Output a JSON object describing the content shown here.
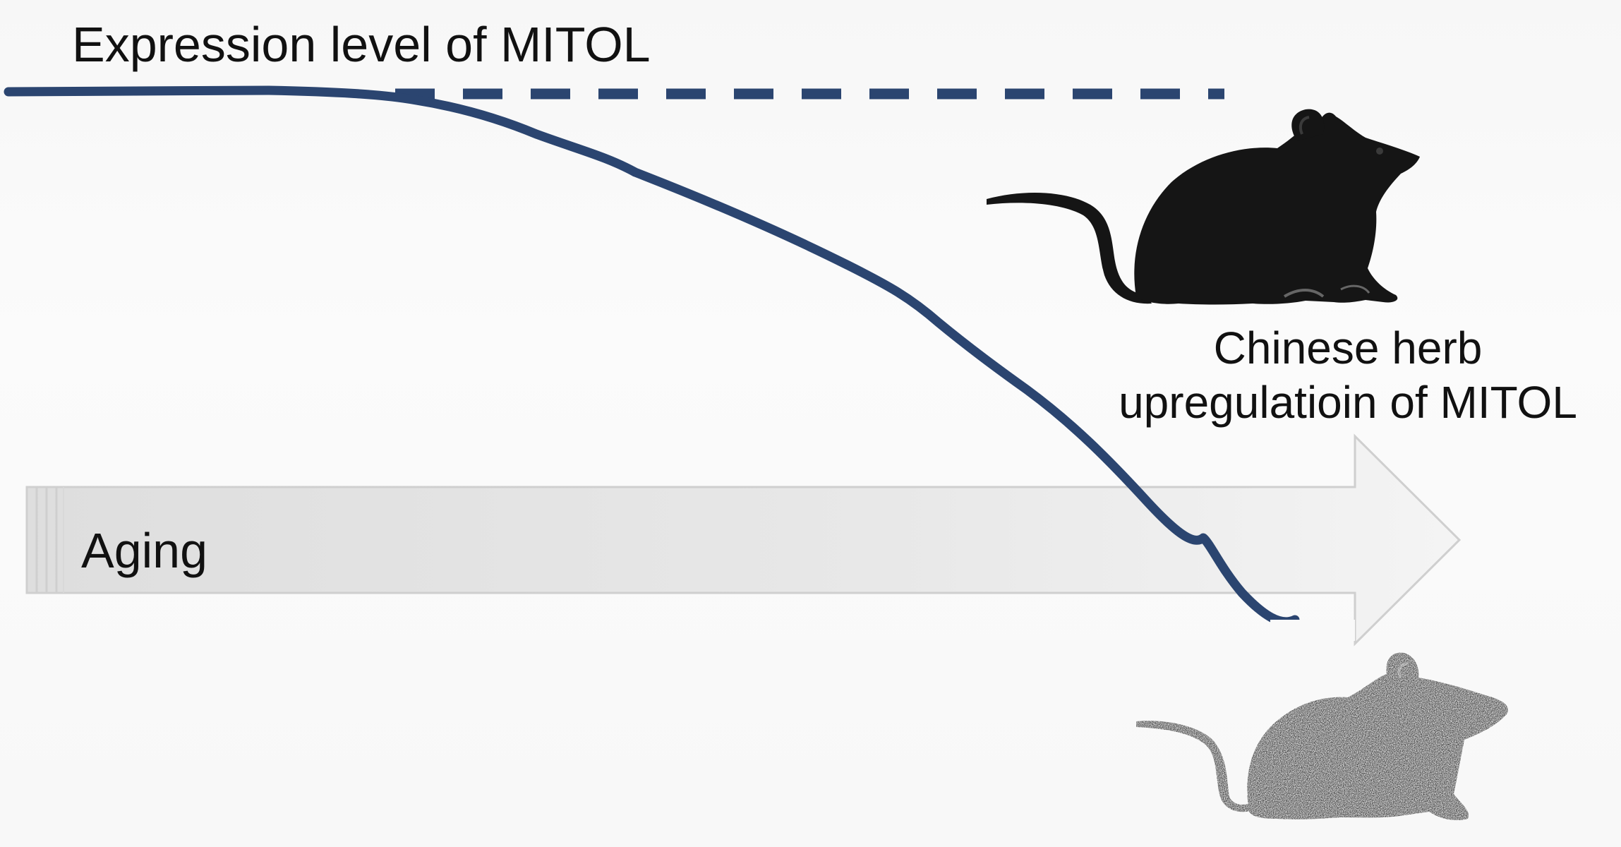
{
  "labels": {
    "expression": "Expression level of MITOL",
    "aging": "Aging",
    "treatment_line1": "Chinese herb",
    "treatment_line2": "upregulatioin of MITOL"
  },
  "colors": {
    "curve": "#2b4570",
    "mouse": "#151515",
    "arrow_fill": "#e6e6e6",
    "arrow_stroke": "#d0d0d0"
  },
  "icons": {
    "healthy_mouse": "mouse-silhouette-icon",
    "aged_mouse": "mouse-silhouette-icon"
  }
}
